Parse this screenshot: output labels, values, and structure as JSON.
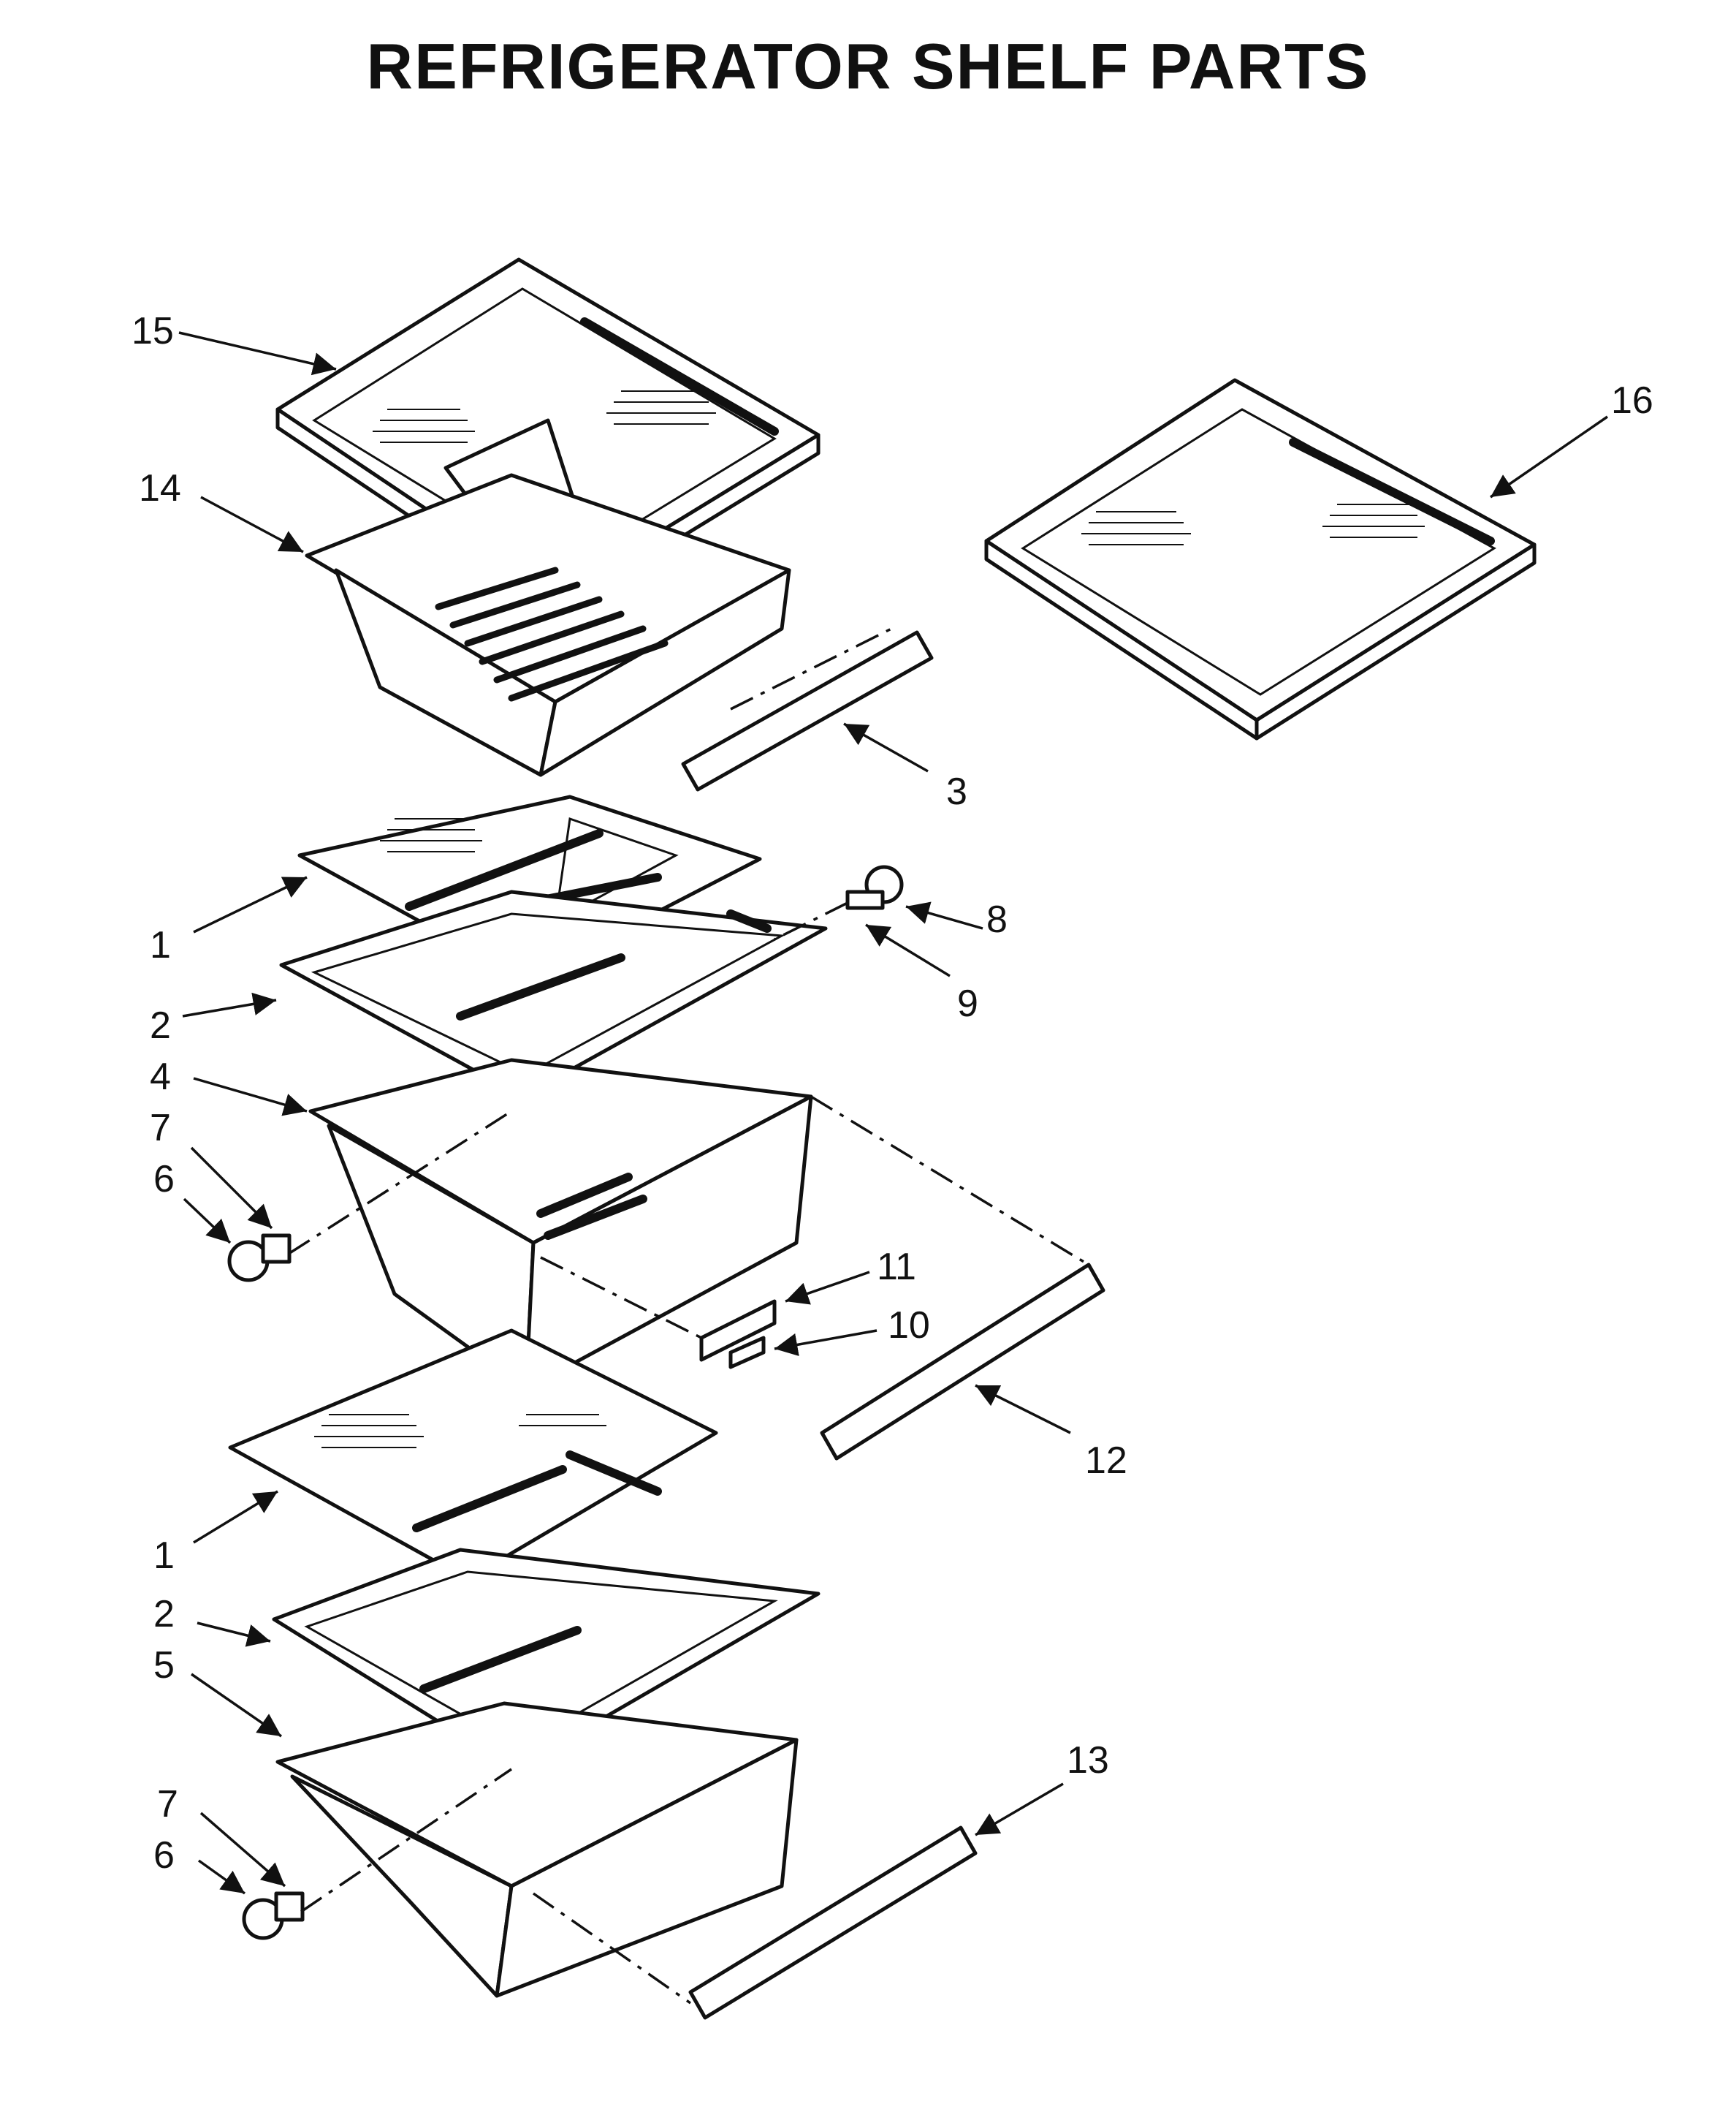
{
  "title": "REFRIGERATOR SHELF PARTS",
  "callouts": [
    {
      "id": "c15",
      "text": "15"
    },
    {
      "id": "c16",
      "text": "16"
    },
    {
      "id": "c14",
      "text": "14"
    },
    {
      "id": "c3",
      "text": "3"
    },
    {
      "id": "c1a",
      "text": "1"
    },
    {
      "id": "c8",
      "text": "8"
    },
    {
      "id": "c9",
      "text": "9"
    },
    {
      "id": "c2a",
      "text": "2"
    },
    {
      "id": "c4",
      "text": "4"
    },
    {
      "id": "c7a",
      "text": "7"
    },
    {
      "id": "c6a",
      "text": "6"
    },
    {
      "id": "c11",
      "text": "11"
    },
    {
      "id": "c10",
      "text": "10"
    },
    {
      "id": "c12",
      "text": "12"
    },
    {
      "id": "c1b",
      "text": "1"
    },
    {
      "id": "c2b",
      "text": "2"
    },
    {
      "id": "c5",
      "text": "5"
    },
    {
      "id": "c13",
      "text": "13"
    },
    {
      "id": "c7b",
      "text": "7"
    },
    {
      "id": "c6b",
      "text": "6"
    }
  ]
}
